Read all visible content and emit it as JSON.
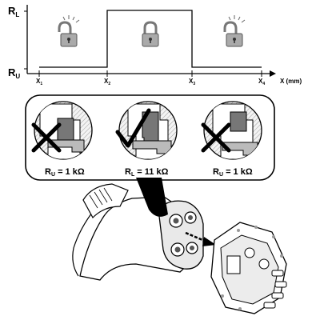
{
  "graph": {
    "y_axis": {
      "top_label": {
        "main": "R",
        "sub": "L"
      },
      "bottom_label": {
        "main": "R",
        "sub": "U"
      }
    },
    "x_axis": {
      "label": "X (mm)",
      "ticks": [
        {
          "main": "X",
          "sub": "1"
        },
        {
          "main": "X",
          "sub": "2"
        },
        {
          "main": "X",
          "sub": "3"
        },
        {
          "main": "X",
          "sub": "4"
        }
      ]
    },
    "states": [
      {
        "segment": "X1-X2",
        "level": "RU",
        "lock_icon": "unlocked-padlock-icon"
      },
      {
        "segment": "X2-X3",
        "level": "RL",
        "lock_icon": "locked-padlock-icon"
      },
      {
        "segment": "X3-X4",
        "level": "RU",
        "lock_icon": "unlocked-padlock-icon"
      }
    ]
  },
  "panels": [
    {
      "status_icon": "cross-icon",
      "label_main": "R",
      "label_sub": "U",
      "label_value": " = 1 kΩ"
    },
    {
      "status_icon": "check-icon",
      "label_main": "R",
      "label_sub": "L",
      "label_value": " = 11 kΩ"
    },
    {
      "status_icon": "cross-icon",
      "label_main": "R",
      "label_sub": "U",
      "label_value": " = 1 kΩ"
    }
  ],
  "illustration": {
    "connector": "charging-plug-illustration",
    "inlet": "vehicle-inlet-illustration",
    "direction": "insertion-arrow-icon"
  }
}
